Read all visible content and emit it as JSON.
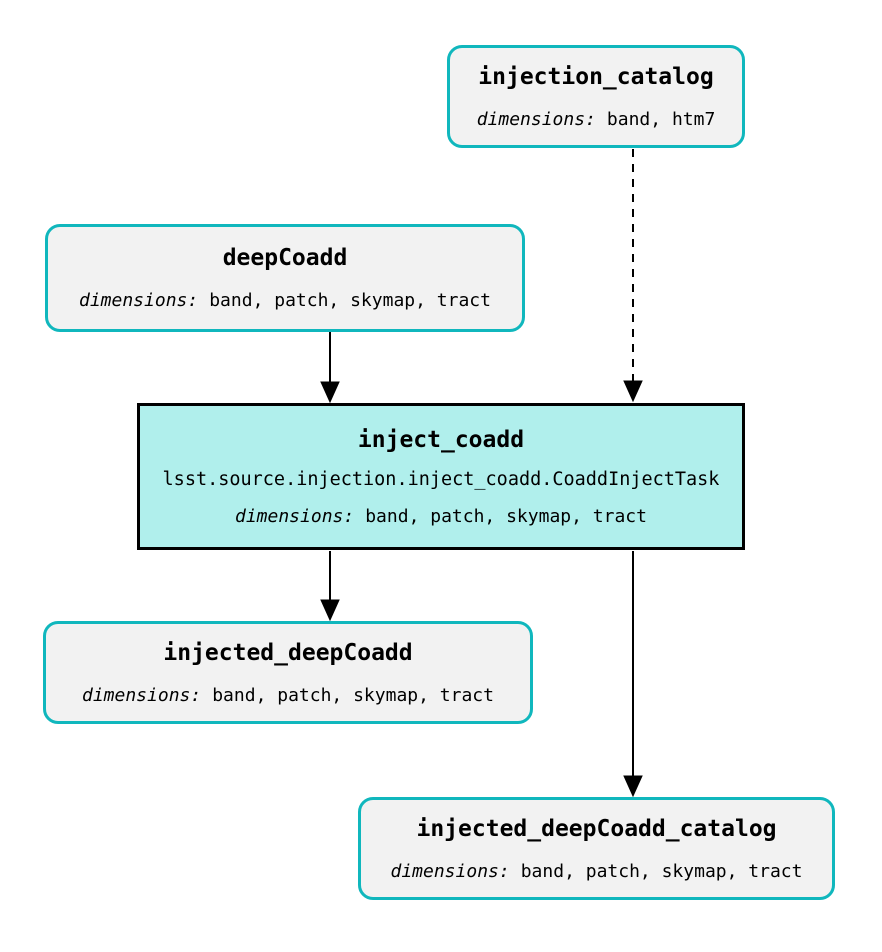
{
  "diagram": {
    "type": "pipeline-graph",
    "background": "#ffffff",
    "colors": {
      "dataset_border": "#10b7bd",
      "dataset_fill": "#f2f2f2",
      "task_border": "#000000",
      "task_fill": "#b0efec",
      "edge": "#000000",
      "text": "#000000"
    },
    "nodes": {
      "injection_catalog": {
        "kind": "dataset",
        "title": "injection_catalog",
        "dimensions_label": "dimensions:",
        "dimensions": "band, htm7"
      },
      "deepCoadd": {
        "kind": "dataset",
        "title": "deepCoadd",
        "dimensions_label": "dimensions:",
        "dimensions": "band, patch, skymap, tract"
      },
      "inject_coadd": {
        "kind": "task",
        "title": "inject_coadd",
        "task_class": "lsst.source.injection.inject_coadd.CoaddInjectTask",
        "dimensions_label": "dimensions:",
        "dimensions": "band, patch, skymap, tract"
      },
      "injected_deepCoadd": {
        "kind": "dataset",
        "title": "injected_deepCoadd",
        "dimensions_label": "dimensions:",
        "dimensions": "band, patch, skymap, tract"
      },
      "injected_deepCoadd_catalog": {
        "kind": "dataset",
        "title": "injected_deepCoadd_catalog",
        "dimensions_label": "dimensions:",
        "dimensions": "band, patch, skymap, tract"
      }
    },
    "edges": [
      {
        "from": "injection_catalog",
        "to": "inject_coadd",
        "style": "dashed"
      },
      {
        "from": "deepCoadd",
        "to": "inject_coadd",
        "style": "solid"
      },
      {
        "from": "inject_coadd",
        "to": "injected_deepCoadd",
        "style": "solid"
      },
      {
        "from": "inject_coadd",
        "to": "injected_deepCoadd_catalog",
        "style": "solid"
      }
    ]
  }
}
